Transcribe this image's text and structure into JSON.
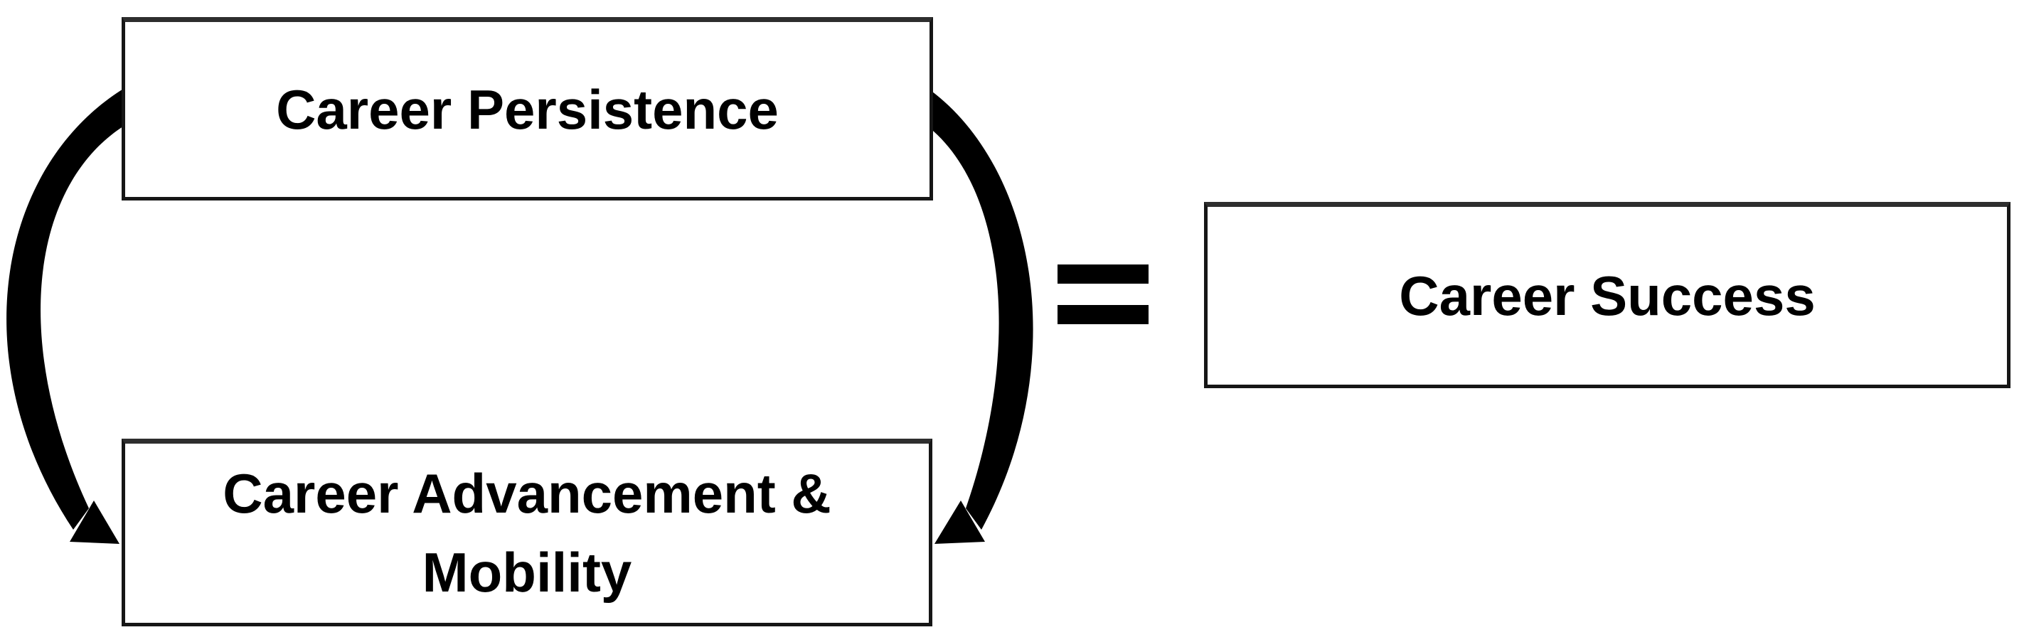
{
  "boxes": {
    "persistence": {
      "label": "Career Persistence"
    },
    "advancement": {
      "lines": [
        "Career Advancement &",
        "Mobility"
      ]
    },
    "success": {
      "label": "Career Success"
    }
  },
  "equals": {
    "symbol": "="
  },
  "colors": {
    "background": "#ffffff",
    "ink": "#000000",
    "box_border": "#161616"
  }
}
